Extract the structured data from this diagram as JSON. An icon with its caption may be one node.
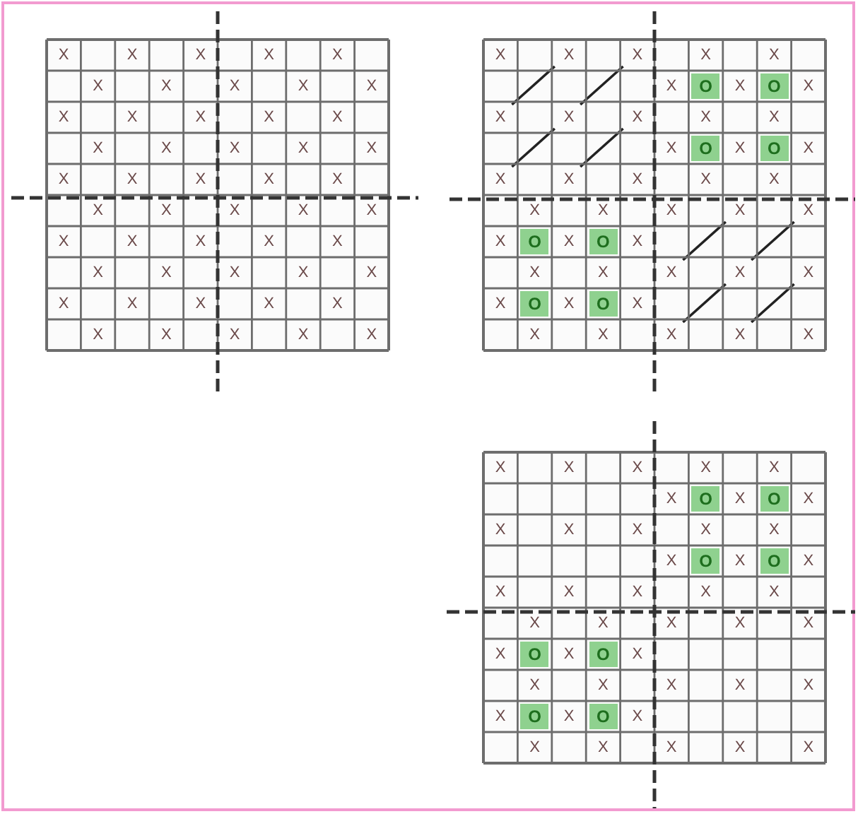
{
  "diagram": {
    "labels": [
      "X",
      "X",
      "X",
      "X",
      "X",
      "X",
      "X",
      "X",
      "X",
      "X",
      "X",
      "X",
      "X",
      "X",
      "X",
      "X",
      "X",
      "X",
      "X",
      "X",
      "X",
      "X",
      "X",
      "X",
      "X",
      "X",
      "X",
      "X",
      "X",
      "X",
      "X",
      "X",
      "X",
      "X",
      "X",
      "X",
      "X",
      "X",
      "X",
      "X",
      "X",
      "X",
      "X",
      "X",
      "X",
      "X",
      "X",
      "X",
      "X",
      "X",
      "X",
      "X",
      "X",
      "X",
      "X",
      "X",
      "O",
      "X",
      "O",
      "X",
      "X",
      "X",
      "X",
      "X",
      "X",
      "X",
      "O",
      "X",
      "O",
      "X",
      "X",
      "X",
      "X",
      "X",
      "X",
      "X",
      "X",
      "X",
      "X",
      "X",
      "X",
      "O",
      "X",
      "O",
      "X",
      "X",
      "X",
      "X",
      "X",
      "X",
      "X",
      "O",
      "X",
      "O",
      "X",
      "X",
      "X",
      "X",
      "X",
      "X",
      "X",
      "X",
      "X",
      "X",
      "X",
      "X",
      "O",
      "X",
      "O",
      "X",
      "X",
      "X",
      "X",
      "X",
      "X",
      "X",
      "O",
      "X",
      "O",
      "X",
      "X",
      "X",
      "X",
      "X",
      "X",
      "X",
      "X",
      "X",
      "X",
      "X",
      "X",
      "O",
      "X",
      "O",
      "X",
      "X",
      "X",
      "X",
      "X",
      "X",
      "X",
      "O",
      "X",
      "O",
      "X",
      "X",
      "X",
      "X",
      "X",
      "X"
    ]
  }
}
